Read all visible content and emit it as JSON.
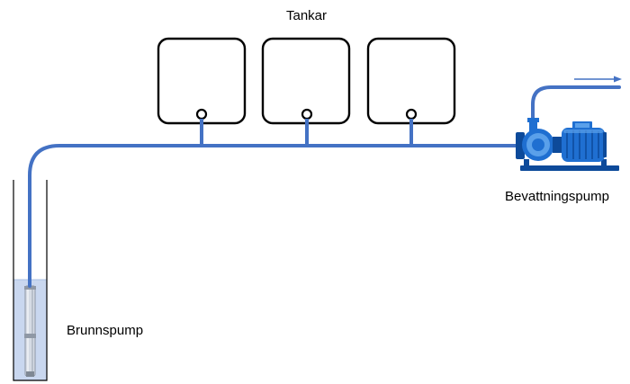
{
  "labels": {
    "tanks": "Tankar",
    "irrigation_pump": "Bevattningspump",
    "well_pump": "Brunnspump"
  },
  "colors": {
    "pipe": "#4472c4",
    "tank_outline": "#000000",
    "water": "#c9d7ef",
    "pump_body": "#1f6fd1",
    "pump_dark": "#0d4a9a",
    "pump_light": "#5aa0ea"
  },
  "diagram": {
    "tank_count": 3,
    "flow_direction": "right",
    "icons": [
      "well-pump-icon",
      "irrigation-pump-icon",
      "flow-arrow-icon"
    ]
  }
}
